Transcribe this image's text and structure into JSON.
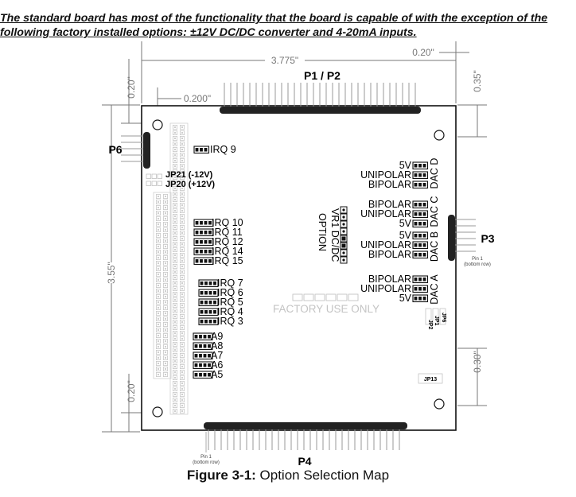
{
  "intro": {
    "line1": "The standard board has most of the functionality that the board is capable of with the exception of the",
    "line2": "following factory installed options: ±12V DC/DC converter and 4-20mA inputs."
  },
  "dimensions": {
    "width": "3.775\"",
    "right_offset": "0.20\"",
    "top_right_offset": "0.35\"",
    "hole_offset": "0.200\"",
    "top_left_offset": "0.20\"",
    "height": "3.55\"",
    "bottom_left_offset": "0.20\"",
    "bottom_right_offset": "0.30\""
  },
  "connectors": {
    "p1p2": "P1 / P2",
    "p6": "P6",
    "p3": "P3",
    "p4": "P4",
    "p3_pin1": [
      "Pin 1",
      "(bottom row)"
    ],
    "p4_pin1": [
      "Pin 1",
      "(bottom row)"
    ]
  },
  "jumpers": {
    "irq9": "IRQ 9",
    "jp21": "JP21 (-12V)",
    "jp20": "JP20 (+12V)",
    "irq_high": [
      "IRQ 10",
      "IRQ 11",
      "IRQ 12",
      "IRQ 14",
      "IRQ 15"
    ],
    "irq_low": [
      "IRQ 7",
      "IRQ 6",
      "IRQ 5",
      "IRQ 4",
      "IRQ 3"
    ],
    "address": [
      "A9",
      "A8",
      "A7",
      "A6",
      "A5"
    ],
    "jp2": "JP2",
    "jp1": "JP1",
    "jp6": "JP6",
    "jp13": "JP13"
  },
  "dac": {
    "dac_d": {
      "name": "DAC D",
      "rows": [
        "5V",
        "UNIPOLAR",
        "BIPOLAR"
      ]
    },
    "dac_c": {
      "name": "DAC C",
      "rows": [
        "BIPOLAR",
        "UNIPOLAR",
        "5V"
      ]
    },
    "dac_b": {
      "name": "DAC B",
      "rows": [
        "5V",
        "UNIPOLAR",
        "BIPOLAR"
      ]
    },
    "dac_a": {
      "name": "DAC A",
      "rows": [
        "BIPOLAR",
        "UNIPOLAR",
        "5V"
      ]
    }
  },
  "vr1": {
    "line1": "VR1 DC/DC",
    "line2": "OPTION"
  },
  "factory": "FACTORY USE ONLY",
  "caption": {
    "label": "Figure 3-1:",
    "text": " Option Selection Map"
  },
  "colors": {
    "ink": "#111111",
    "dim": "#777777",
    "pad": "#bbbbbb",
    "faint": "#cccccc"
  }
}
